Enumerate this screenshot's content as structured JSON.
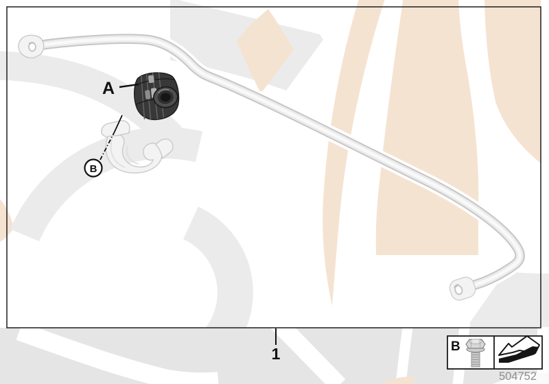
{
  "diagram": {
    "callouts": {
      "bushing_label": "A",
      "bracket_label": "B",
      "assembly_item_number": "1"
    },
    "legend": {
      "key_label": "B",
      "icons": [
        {
          "name": "flange-bolt-icon"
        },
        {
          "name": "installation-direction-arrow-icon"
        }
      ]
    },
    "footer": {
      "part_number": "504752"
    },
    "colors": {
      "watermark_beige": "#f5e3d1",
      "watermark_gray": "#ebebeb",
      "below_frame_gray": "#e5e5e5",
      "frame_border": "#2b2b2b",
      "part_number_text": "#8e8e8e",
      "bushing_body": "#383838",
      "metal_light": "#f3f3f3",
      "bar_shade": "#c6c6c6"
    }
  }
}
